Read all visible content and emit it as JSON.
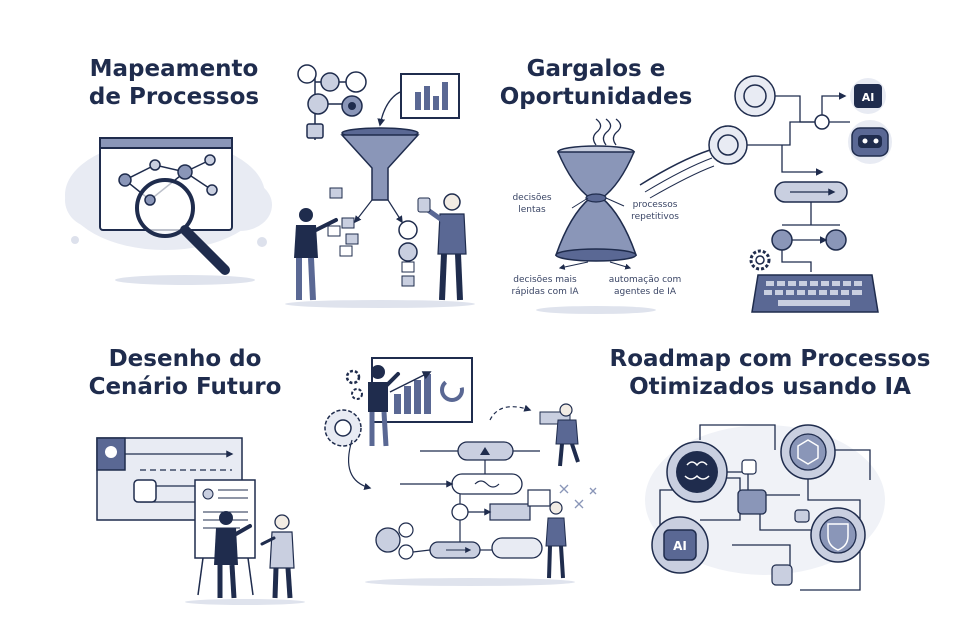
{
  "panels": {
    "mapping": {
      "title_line1": "Mapeamento",
      "title_line2": "de Processos"
    },
    "bottlenecks": {
      "title_line1": "Gargalos e",
      "title_line2": "Oportunidades",
      "label_slow_line1": "decisões",
      "label_slow_line2": "lentas",
      "label_repetitive_line1": "processos",
      "label_repetitive_line2": "repetitivos",
      "label_faster_line1": "decisões mais",
      "label_faster_line2": "rápidas com IA",
      "label_automation_line1": "automação com",
      "label_automation_line2": "agentes de IA",
      "ai_chip_text": "AI"
    },
    "future": {
      "title_line1": "Desenho do",
      "title_line2": "Cenário Futuro"
    },
    "roadmap": {
      "title_line1": "Roadmap com Processos",
      "title_line2": "Otimizados usando IA",
      "ai_chip_text": "AI"
    }
  },
  "colors": {
    "navy": "#1f2c4d",
    "slate": "#5a6894",
    "light": "#c9cfe0",
    "pale": "#e8ebf3"
  }
}
